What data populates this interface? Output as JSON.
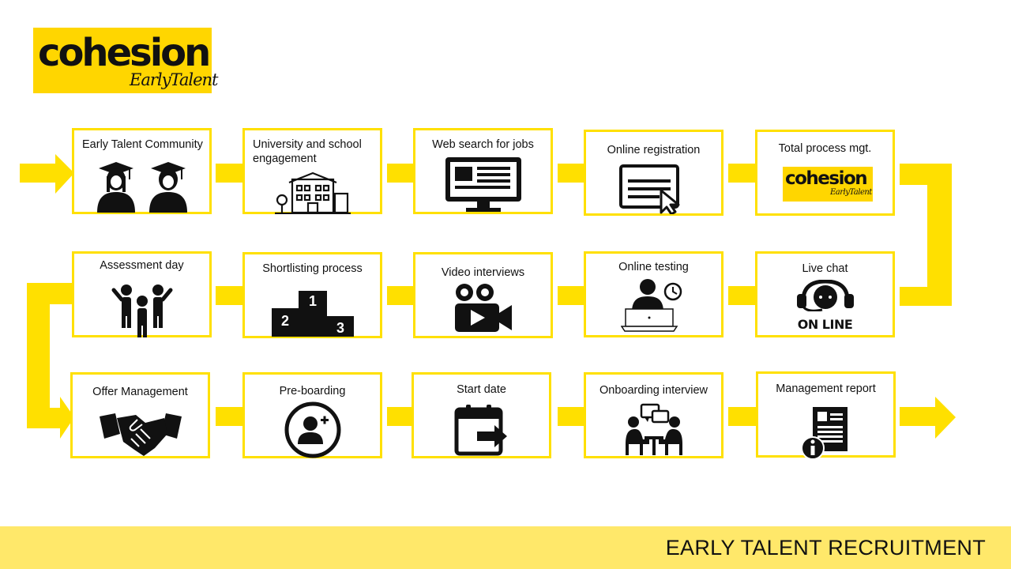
{
  "logo": {
    "brand": "cohesion",
    "sub": "EarlyTalent"
  },
  "steps": [
    {
      "label": "Early Talent Community",
      "icon": "graduates-icon"
    },
    {
      "label": "University and school engagement",
      "icon": "university-building-icon"
    },
    {
      "label": "Web search for jobs",
      "icon": "monitor-icon"
    },
    {
      "label": "Online registration",
      "icon": "form-cursor-icon"
    },
    {
      "label": "Total process mgt.",
      "icon": "cohesion-logo-icon"
    },
    {
      "label": "Assessment day",
      "icon": "group-people-icon"
    },
    {
      "label": "Shortlisting process",
      "icon": "podium-icon"
    },
    {
      "label": "Video interviews",
      "icon": "video-camera-icon"
    },
    {
      "label": "Online testing",
      "icon": "laptop-clock-icon"
    },
    {
      "label": "Live chat",
      "icon": "headset-icon"
    },
    {
      "label": "Offer Management",
      "icon": "handshake-icon"
    },
    {
      "label": "Pre-boarding",
      "icon": "add-user-icon"
    },
    {
      "label": "Start date",
      "icon": "calendar-arrow-icon"
    },
    {
      "label": "Onboarding interview",
      "icon": "conversation-icon"
    },
    {
      "label": "Management report",
      "icon": "report-info-icon"
    }
  ],
  "podium": {
    "first": "1",
    "second": "2",
    "third": "3"
  },
  "live_chat_badge": "ON LINE",
  "footer": {
    "title": "EARLY TALENT RECRUITMENT"
  },
  "colors": {
    "accent": "#ffe000",
    "logo_bg": "#ffd600",
    "footer_bg": "#ffe86a"
  }
}
